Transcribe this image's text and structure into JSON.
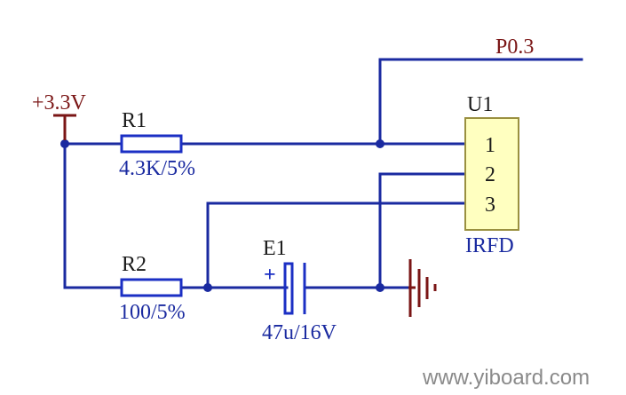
{
  "labels": {
    "power": "+3.3V",
    "net": "P0.3",
    "u1_ref": "U1",
    "u1_value": "IRFD",
    "pin1": "1",
    "pin2": "2",
    "pin3": "3",
    "r1_ref": "R1",
    "r1_value": "4.3K/5%",
    "r2_ref": "R2",
    "r2_value": "100/5%",
    "e1_ref": "E1",
    "e1_value": "47u/16V",
    "e1_polarity": "+"
  },
  "watermark": "www.yiboard.com",
  "colors": {
    "wire": "#1a2aa0",
    "component": "#1b2fc4",
    "power": "#7a1515",
    "text_dark": "#1a1a1a",
    "text_red": "#7a1515",
    "text_blue": "#1a2aa0",
    "ic_fill": "#ffffc0",
    "ic_border": "#9a9040",
    "watermark": "#8a8a8a"
  }
}
